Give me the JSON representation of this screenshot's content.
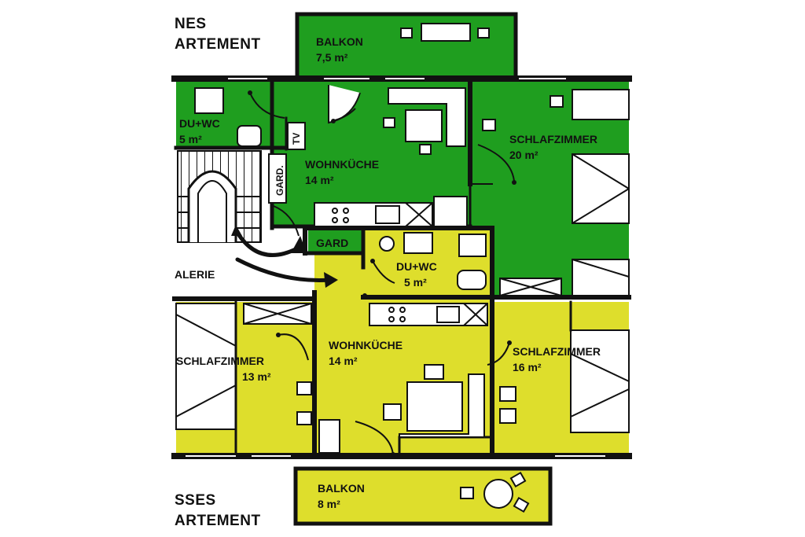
{
  "colors": {
    "green": "#1f9e1f",
    "yellow": "#dede2c",
    "wall": "#111111",
    "background": "#ffffff"
  },
  "upper_apartment": {
    "caption_line1": "NES",
    "caption_line2": "ARTEMENT",
    "rooms": {
      "balkon": {
        "name": "BALKON",
        "area": "7,5 m²"
      },
      "bath": {
        "name": "DU+WC",
        "area": "5 m²"
      },
      "tv": "TV",
      "gard": "GARD.",
      "wohnkueche": {
        "name": "WOHNKÜCHE",
        "area": "14 m²"
      },
      "schlafzimmer": {
        "name": "SCHLAFZIMMER",
        "area": "20 m²"
      }
    }
  },
  "galerie": "ALERIE",
  "lower_apartment": {
    "caption_line1": "SSES",
    "caption_line2": "ARTEMENT",
    "rooms": {
      "gard": "GARD",
      "bath": {
        "name": "DU+WC",
        "area": "5 m²"
      },
      "wohnkueche": {
        "name": "WOHNKÜCHE",
        "area": "14 m²"
      },
      "schlafzimmer_left": {
        "name": "SCHLAFZIMMER",
        "area": "13 m²"
      },
      "schlafzimmer_right": {
        "name": "SCHLAFZIMMER",
        "area": "16 m²"
      },
      "balkon": {
        "name": "BALKON",
        "area": "8 m²"
      }
    }
  }
}
